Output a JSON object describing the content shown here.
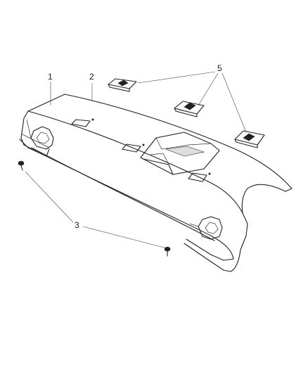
{
  "callouts": {
    "c1": "1",
    "c2": "2",
    "c3": "3",
    "c5": "5"
  },
  "colors": {
    "line": "#222222",
    "background": "#ffffff"
  }
}
